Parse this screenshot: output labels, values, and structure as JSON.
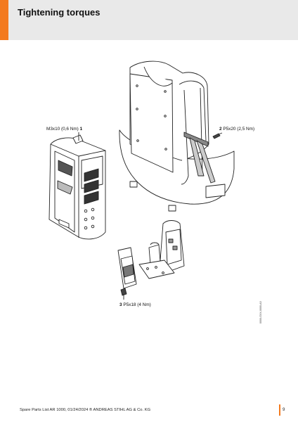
{
  "header": {
    "title": "Tightening torques"
  },
  "callouts": [
    {
      "id": "1",
      "label": "M3x10 (0,6 Nm)"
    },
    {
      "id": "2",
      "label": "P5x20 (2,5 Nm)"
    },
    {
      "id": "3",
      "label": "P5x18 (4 Nm)"
    }
  ],
  "side_code": "0000-GXX-0000-A0",
  "footer": {
    "text": "Spare Parts List AR 1000, 01/24/2024 ® ANDREAS STIHL AG & Co. KG",
    "page": "9"
  },
  "colors": {
    "accent": "#f37a1f",
    "header_bg": "#e9e9e9"
  }
}
